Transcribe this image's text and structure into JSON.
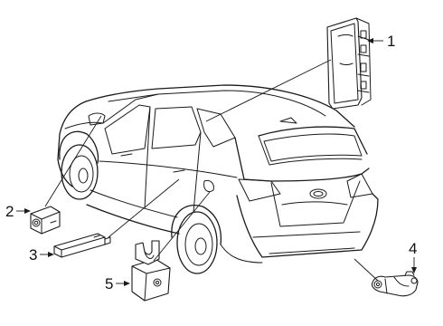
{
  "callouts": [
    {
      "id": "1",
      "label": "1",
      "part": "module-ecu"
    },
    {
      "id": "2",
      "label": "2",
      "part": "camera"
    },
    {
      "id": "3",
      "label": "3",
      "part": "antenna-bar"
    },
    {
      "id": "4",
      "label": "4",
      "part": "sensor-bracket"
    },
    {
      "id": "5",
      "label": "5",
      "part": "bracket-module"
    }
  ],
  "colors": {
    "line": "#1a1a1a",
    "background": "#ffffff"
  }
}
